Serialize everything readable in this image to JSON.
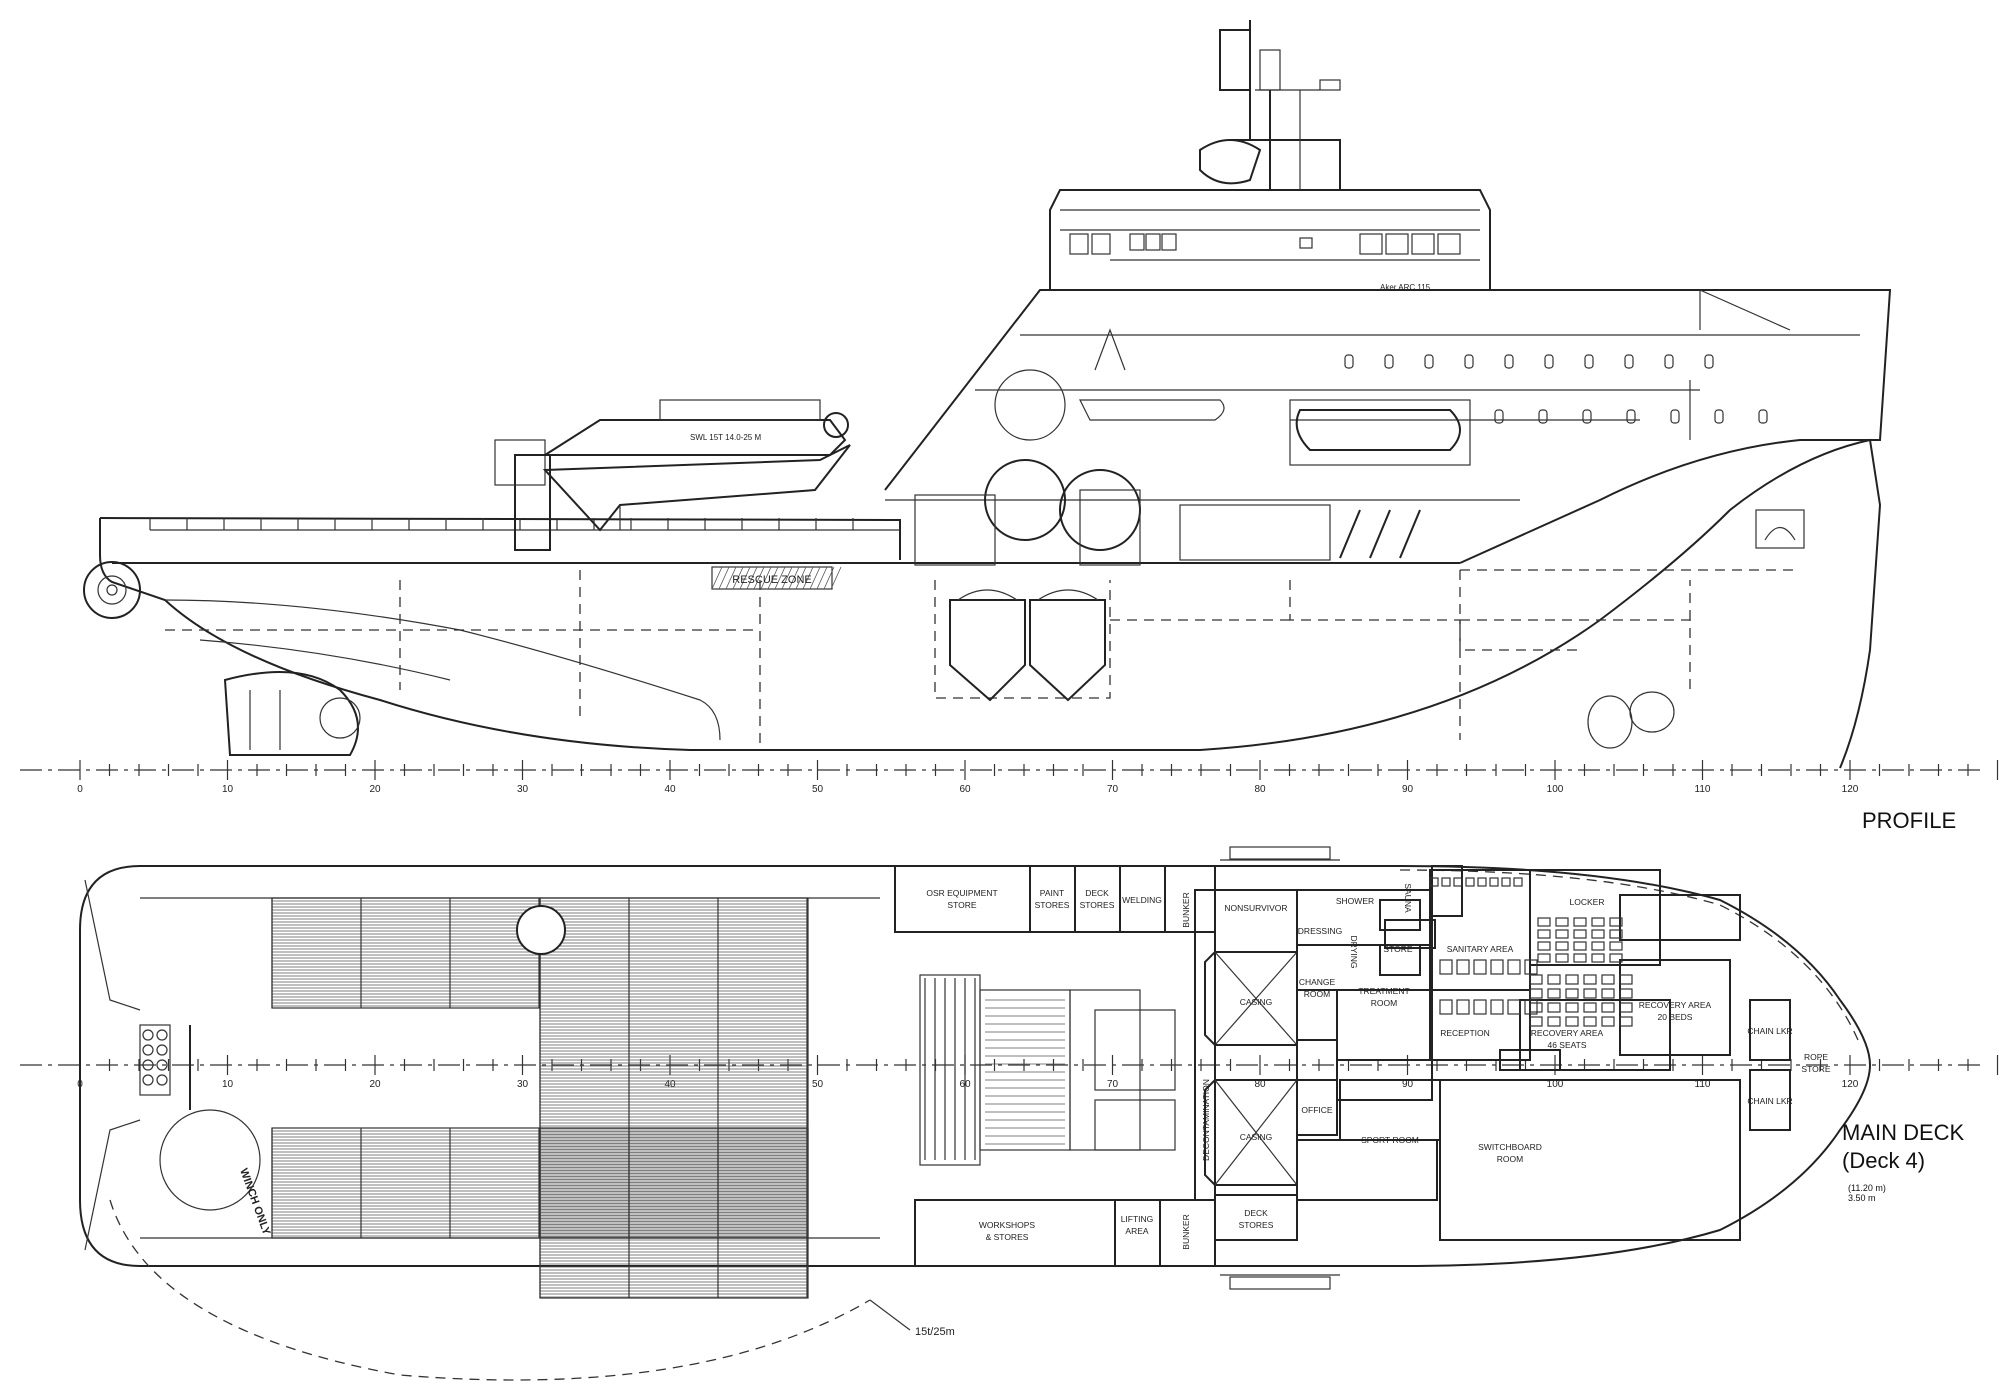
{
  "titles": {
    "profile": "PROFILE",
    "main_deck": "MAIN DECK",
    "deck_no": "(Deck 4)",
    "height_1": "(11.20 m)",
    "height_2": "3.50 m"
  },
  "profile": {
    "bridge_label": "Aker ARC 115",
    "crane_label": "SWL 15T  14.0-25 M",
    "rescue_zone": "RESCUE ZONE"
  },
  "frames": [
    "0",
    "10",
    "20",
    "30",
    "40",
    "50",
    "60",
    "70",
    "80",
    "90",
    "100",
    "110",
    "120"
  ],
  "rooms": {
    "osr": [
      "OSR EQUIPMENT",
      "STORE"
    ],
    "paint": [
      "PAINT",
      "STORES"
    ],
    "deck1": [
      "DECK",
      "STORES"
    ],
    "welding": "WELDING",
    "bunker": "BUNKER",
    "nonsurvivor": "NONSURVIVOR",
    "shower": "SHOWER",
    "sauna": "SAUNA",
    "dressing": "DRESSING",
    "drying": "DRYING",
    "store": "STORE",
    "sanitary": "SANITARY AREA",
    "locker": "LOCKER",
    "casing": "CASING",
    "change": [
      "CHANGE",
      "ROOM"
    ],
    "treatment": [
      "TREATMENT",
      "ROOM"
    ],
    "reception": "RECEPTION",
    "recovery46": [
      "RECOVERY AREA",
      "46 SEATS"
    ],
    "recovery20": [
      "RECOVERY AREA",
      "20 BEDS"
    ],
    "chain": "CHAIN LKR",
    "rope": [
      "ROPE",
      "STORE"
    ],
    "office": "OFFICE",
    "sport": "SPORT ROOM",
    "switchboard": [
      "SWITCHBOARD",
      "ROOM"
    ],
    "decontamination": "DECONTAMINATION",
    "deck2": [
      "DECK",
      "STORES"
    ],
    "workshops": [
      "WORKSHOPS",
      "& STORES"
    ],
    "lifting": [
      "LIFTING",
      "AREA"
    ],
    "winch": "WINCH ONLY",
    "crane_reach": "15t/25m"
  }
}
